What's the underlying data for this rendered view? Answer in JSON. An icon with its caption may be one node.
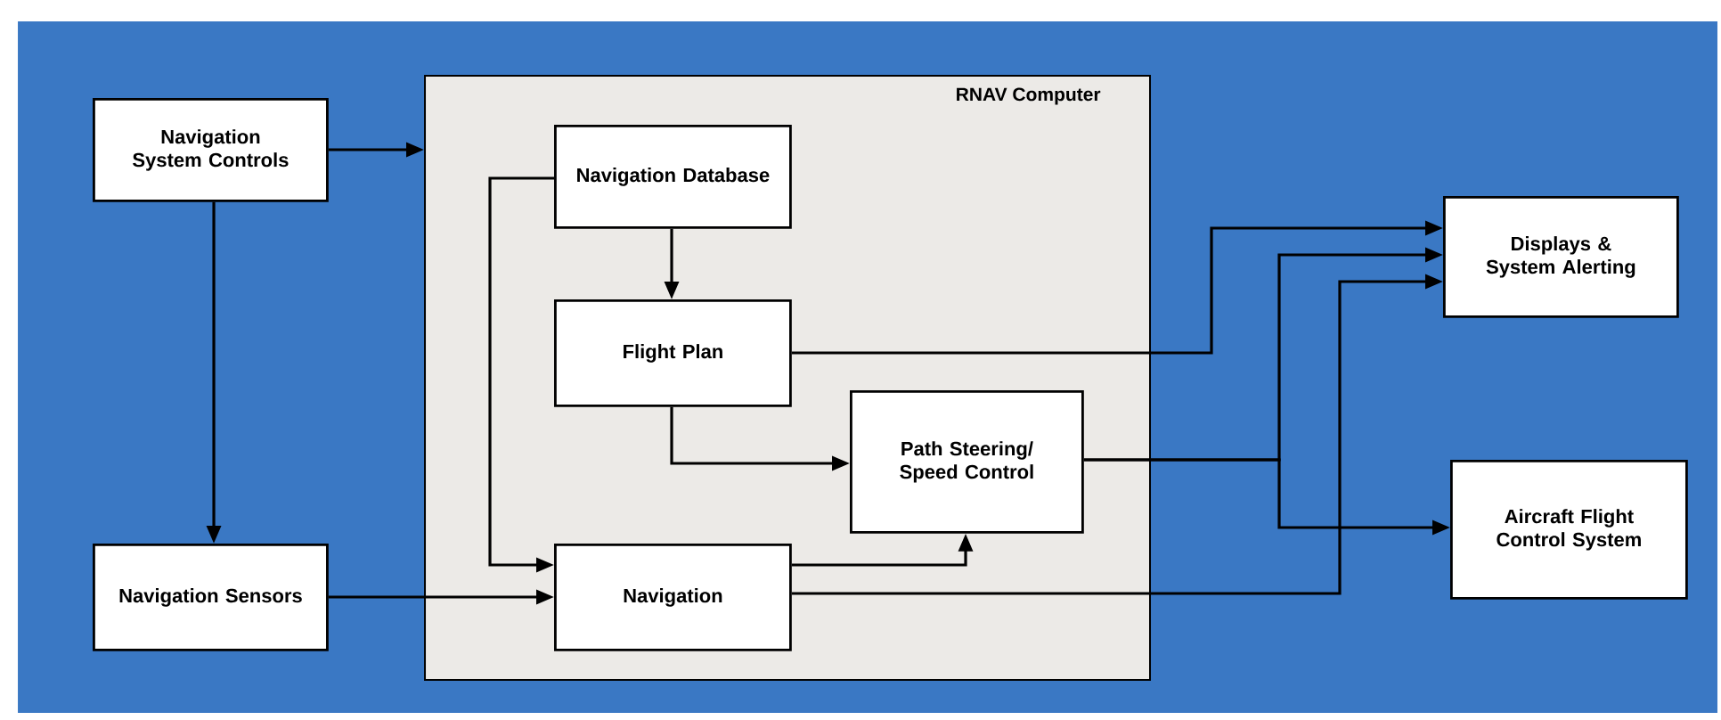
{
  "diagram": {
    "nodes": [
      {
        "text": [
          "RNAV Computer"
        ]
      },
      {
        "text": [
          "Navigation System Controls"
        ]
      },
      {
        "text": [
          "Navigation Database"
        ],
        "in": 0
      },
      {
        "text": [
          "Flight Plan"
        ],
        "in": 0
      },
      {
        "text": [
          "Path Steering/ Speed Control"
        ],
        "in": 0
      },
      {
        "text": [
          "Navigation Sensors"
        ]
      },
      {
        "text": [
          "Navigation"
        ],
        "in": 0
      },
      {
        "text": [
          "Displays & System Alerting"
        ]
      },
      {
        "text": [
          "Aircraft Flight Control System"
        ]
      }
    ],
    "edges": [
      {
        "from": 1,
        "to": 0,
        "arrow": "to"
      },
      {
        "from": 1,
        "to": 5,
        "arrow": "to"
      },
      {
        "from": 2,
        "to": 3,
        "arrow": "to"
      },
      {
        "from": 2,
        "to": 6,
        "arrow": "to"
      },
      {
        "from": 3,
        "to": 4,
        "arrow": "to"
      },
      {
        "from": 3,
        "to": 7,
        "arrow": "to"
      },
      {
        "from": 4,
        "to": 7,
        "arrow": "to"
      },
      {
        "from": 4,
        "to": 8,
        "arrow": "to"
      },
      {
        "from": 5,
        "to": 6,
        "arrow": "to"
      },
      {
        "from": 6,
        "to": 4,
        "arrow": "to"
      },
      {
        "from": 6,
        "to": 7,
        "arrow": "to"
      }
    ]
  }
}
